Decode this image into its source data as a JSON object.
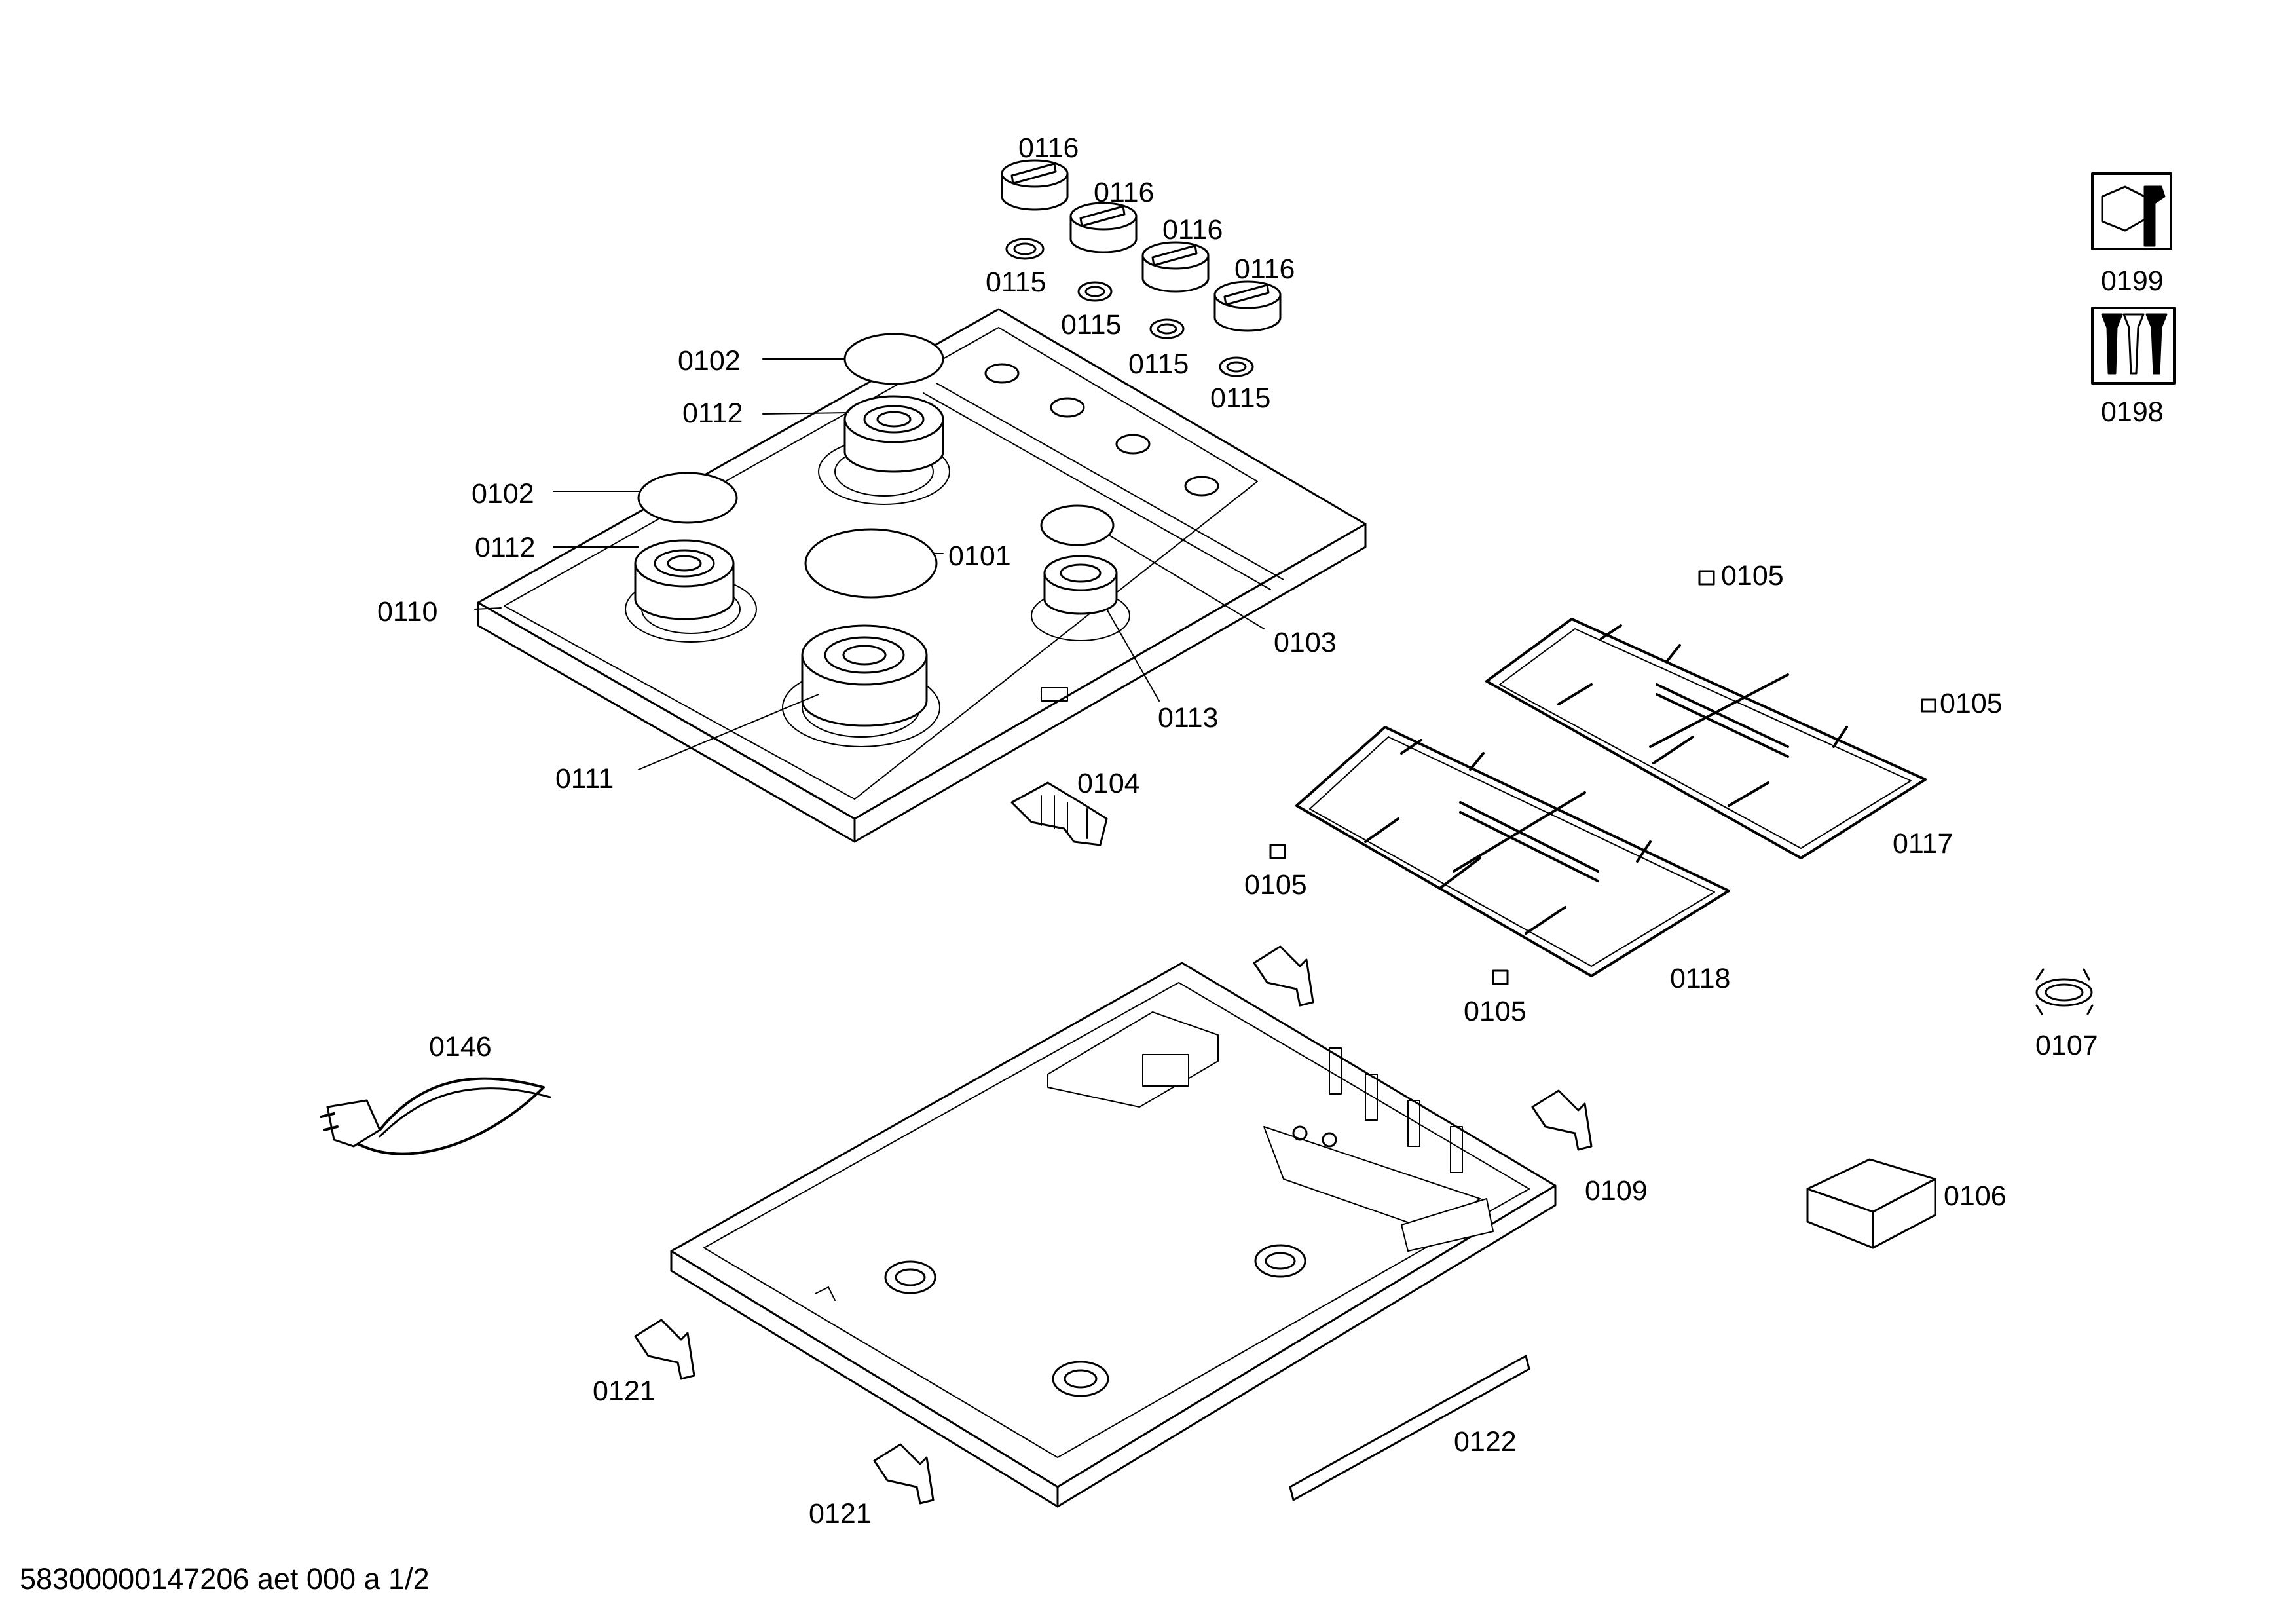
{
  "parts": {
    "p0116": "0116",
    "p0115": "0115",
    "p0102": "0102",
    "p0112": "0112",
    "p0101": "0101",
    "p0110": "0110",
    "p0103": "0103",
    "p0113": "0113",
    "p0111": "0111",
    "p0104": "0104",
    "p0105": "0105",
    "p0117": "0117",
    "p0118": "0118",
    "p0146": "0146",
    "p0107": "0107",
    "p0109": "0109",
    "p0106": "0106",
    "p0121": "0121",
    "p0122": "0122",
    "p0199": "0199",
    "p0198": "0198"
  },
  "footer": {
    "document_id": "58300000147206 aet 000 a 1/2"
  }
}
